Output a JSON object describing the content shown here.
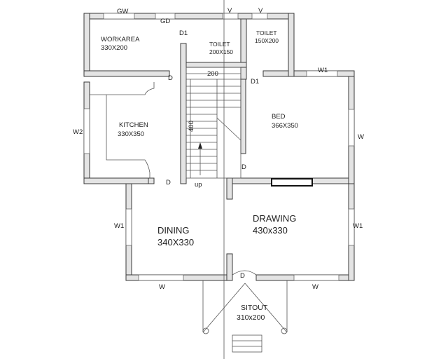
{
  "rooms": {
    "workarea": {
      "name": "WORKAREA",
      "size": "330X200"
    },
    "toilet1": {
      "name": "TOILET",
      "size": "200X150"
    },
    "toilet2": {
      "name": "TOILET",
      "size": "150X200"
    },
    "kitchen": {
      "name": "KITCHEN",
      "size": "330X350"
    },
    "bed": {
      "name": "BED",
      "size": "366X350"
    },
    "dining": {
      "name": "DINING",
      "size": "340X330"
    },
    "drawing": {
      "name": "DRAWING",
      "size": "430x330"
    },
    "sitout": {
      "name": "SITOUT",
      "size": "310x200"
    }
  },
  "openings": {
    "gw": "GW",
    "gd": "GD",
    "v1": "V",
    "v2": "V",
    "d1_top": "D1",
    "d1_bed": "D1",
    "d_work": "D",
    "d_kitchen": "D",
    "d_bed": "D",
    "d_main": "D",
    "w1_bed": "W1",
    "w_bed": "W",
    "w2_kitchen": "W2",
    "w1_dining": "W1",
    "w1_drawing": "W1",
    "w_dining": "W",
    "w_drawing": "W"
  },
  "stair": {
    "width_dim": "200",
    "length_dim": "400",
    "up_label": "up"
  }
}
